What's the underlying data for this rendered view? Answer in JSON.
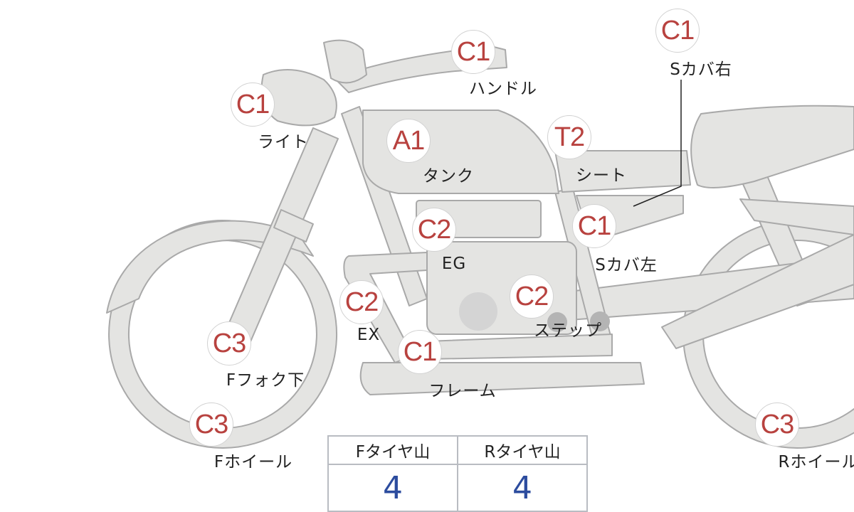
{
  "colors": {
    "part_fill": "#e4e4e2",
    "part_stroke": "#a9a9a9",
    "grade": "#b8423f",
    "value": "#2c4c9e"
  },
  "parts": [
    {
      "id": "handle",
      "grade": "C1",
      "label": "ハンドル"
    },
    {
      "id": "side-cover-right",
      "grade": "C1",
      "label": "Sカバ右"
    },
    {
      "id": "light",
      "grade": "C1",
      "label": "ライト"
    },
    {
      "id": "tank",
      "grade": "A1",
      "label": "タンク"
    },
    {
      "id": "seat",
      "grade": "T2",
      "label": "シート"
    },
    {
      "id": "engine",
      "grade": "C2",
      "label": "EG"
    },
    {
      "id": "side-cover-left",
      "grade": "C1",
      "label": "Sカバ左"
    },
    {
      "id": "exhaust",
      "grade": "C2",
      "label": "EX"
    },
    {
      "id": "step",
      "grade": "C2",
      "label": "ステップ"
    },
    {
      "id": "front-fork-lower",
      "grade": "C3",
      "label": "Fフォク下"
    },
    {
      "id": "frame",
      "grade": "C1",
      "label": "フレーム"
    },
    {
      "id": "front-wheel",
      "grade": "C3",
      "label": "Fホイール"
    },
    {
      "id": "rear-wheel",
      "grade": "C3",
      "label": "Rホイール"
    }
  ],
  "tire_tread": {
    "headers": [
      "Fタイヤ山",
      "Rタイヤ山"
    ],
    "values": [
      "4",
      "4"
    ]
  }
}
